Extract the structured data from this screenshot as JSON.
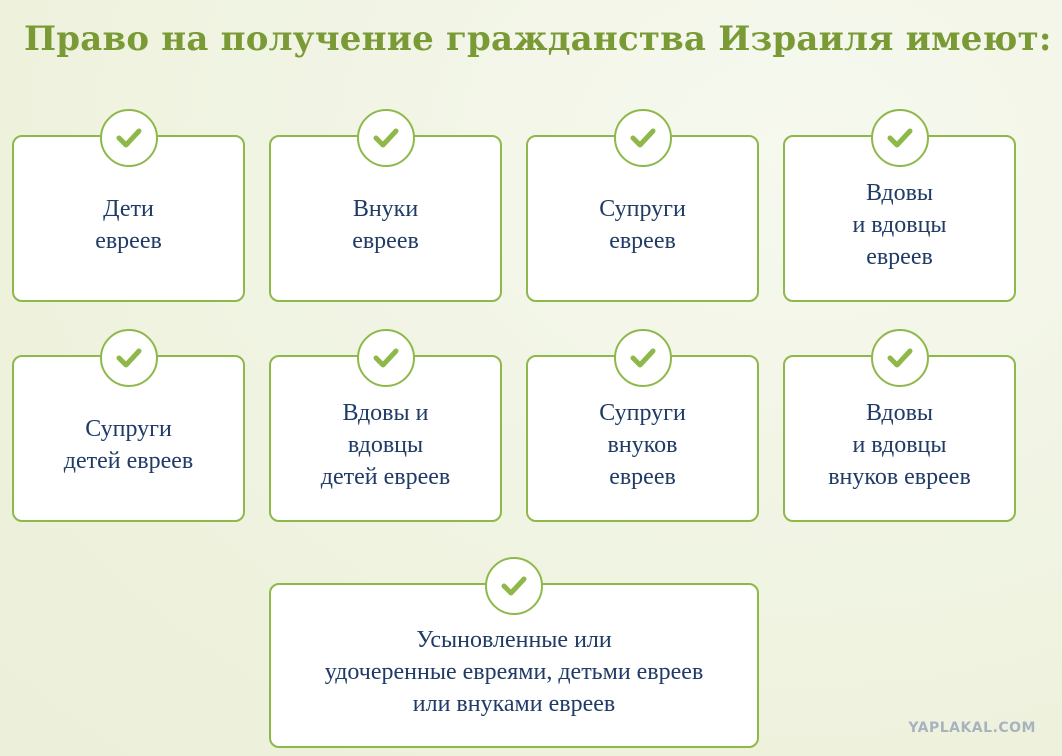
{
  "title": "Право на получение гражданства Израиля имеют:",
  "check_icon": "check-icon",
  "colors": {
    "accent": "#8fb84a",
    "title": "#7a9a36",
    "text": "#1f3b66"
  },
  "cards": [
    {
      "text": "Дети\nевреев"
    },
    {
      "text": "Внуки\nевреев"
    },
    {
      "text": "Супруги\nевреев"
    },
    {
      "text": "Вдовы\nи вдовцы\nевреев"
    },
    {
      "text": "Супруги\nдетей евреев"
    },
    {
      "text": "Вдовы и\nвдовцы\nдетей евреев"
    },
    {
      "text": "Супруги\nвнуков\nевреев"
    },
    {
      "text": "Вдовы\nи вдовцы\nвнуков евреев"
    },
    {
      "text": "Усыновленные или\nудочеренные евреями, детьми евреев\nили внуками евреев"
    }
  ],
  "watermark": "YAPLAKAL.COM"
}
